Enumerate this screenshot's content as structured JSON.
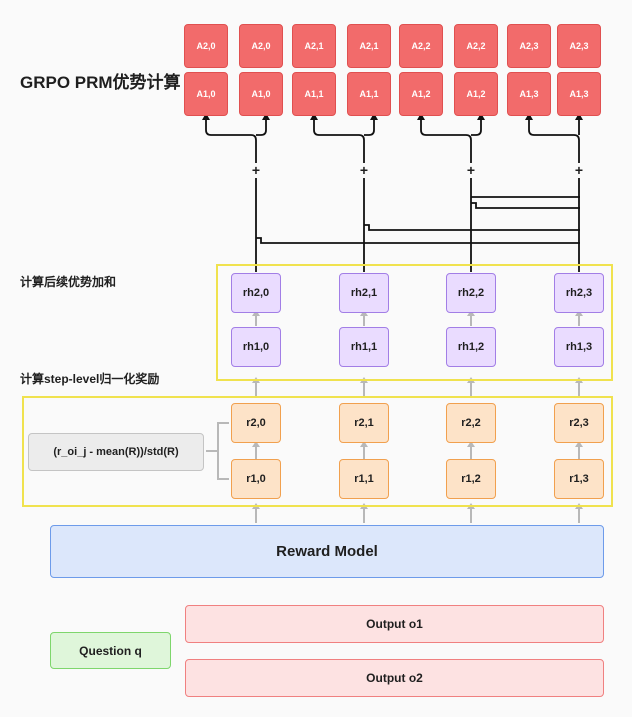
{
  "title": "GRPO PRM优势计算",
  "sections": {
    "advantage_sum": "计算后续优势加和",
    "normalize": "计算step-level归一化奖励"
  },
  "advantages": {
    "row2": [
      "A2,0",
      "A2,0",
      "A2,1",
      "A2,1",
      "A2,2",
      "A2,2",
      "A2,3",
      "A2,3"
    ],
    "row1": [
      "A1,0",
      "A1,0",
      "A1,1",
      "A1,1",
      "A1,2",
      "A1,2",
      "A1,3",
      "A1,3"
    ]
  },
  "plus_symbol": "+",
  "normalized_rewards": {
    "row2": [
      "rh2,0",
      "rh2,1",
      "rh2,2",
      "rh2,3"
    ],
    "row1": [
      "rh1,0",
      "rh1,1",
      "rh1,2",
      "rh1,3"
    ]
  },
  "raw_rewards": {
    "row2": [
      "r2,0",
      "r2,1",
      "r2,2",
      "r2,3"
    ],
    "row1": [
      "r1,0",
      "r1,1",
      "r1,2",
      "r1,3"
    ]
  },
  "formula": "(r_oi_j - mean(R))/std(R)",
  "reward_model": "Reward Model",
  "outputs": [
    "Output o1",
    "Output o2"
  ],
  "question": "Question q"
}
